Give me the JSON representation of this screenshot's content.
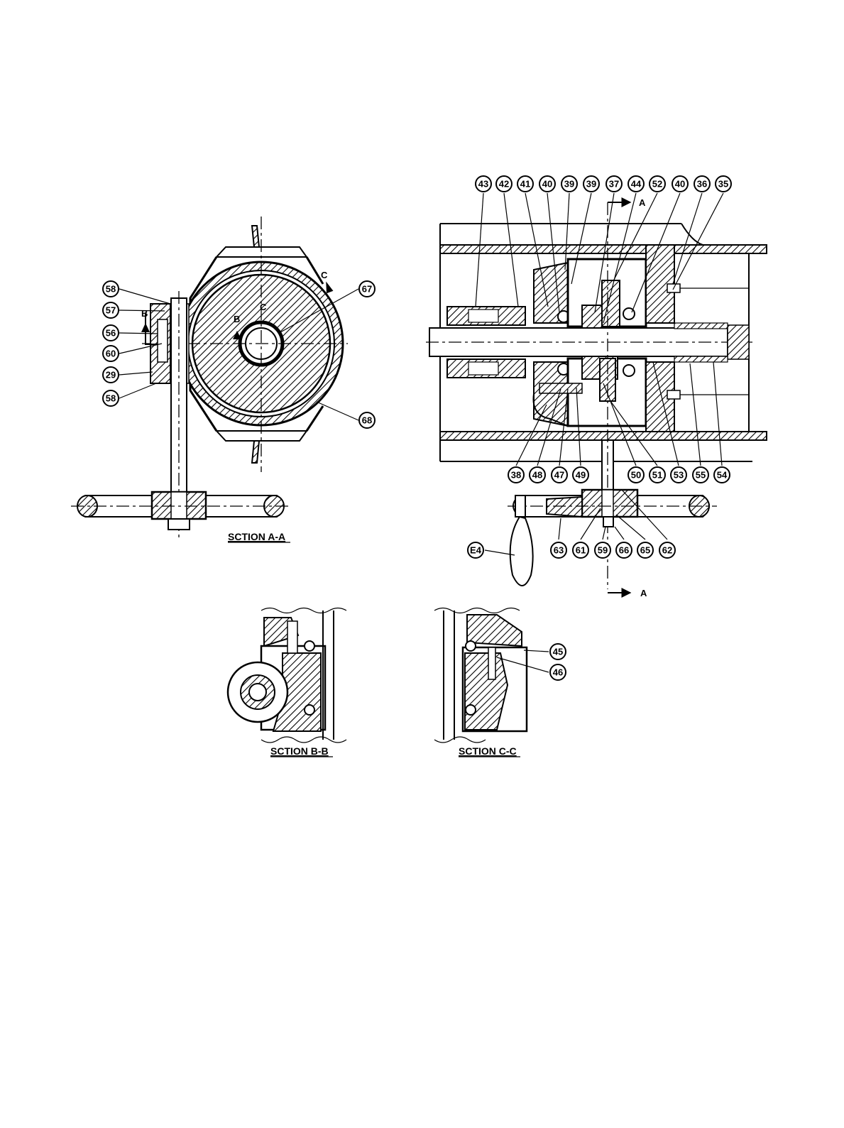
{
  "sections": {
    "a": "SCTION A-A",
    "b": "SCTION B-B",
    "c": "SCTION C-C"
  },
  "markers": {
    "a_top": "A",
    "a_bottom": "A",
    "b": "B",
    "c_top": "C",
    "c_mid": "C",
    "b_mid": "B"
  },
  "callouts": {
    "c58a": "58",
    "c57": "57",
    "c56": "56",
    "c60": "60",
    "c29": "29",
    "c58b": "58",
    "c67": "67",
    "c68": "68",
    "c43": "43",
    "c42": "42",
    "c41": "41",
    "c40a": "40",
    "c39a": "39",
    "c39b": "39",
    "c37": "37",
    "c44": "44",
    "c52": "52",
    "c40b": "40",
    "c36": "36",
    "c35": "35",
    "c38": "38",
    "c48": "48",
    "c47": "47",
    "c49": "49",
    "c50": "50",
    "c51": "51",
    "c53": "53",
    "c55": "55",
    "c54": "54",
    "c64": "E4",
    "c63": "63",
    "c61": "61",
    "c59": "59",
    "c66": "66",
    "c65": "65",
    "c62": "62",
    "c45": "45",
    "c46": "46"
  }
}
